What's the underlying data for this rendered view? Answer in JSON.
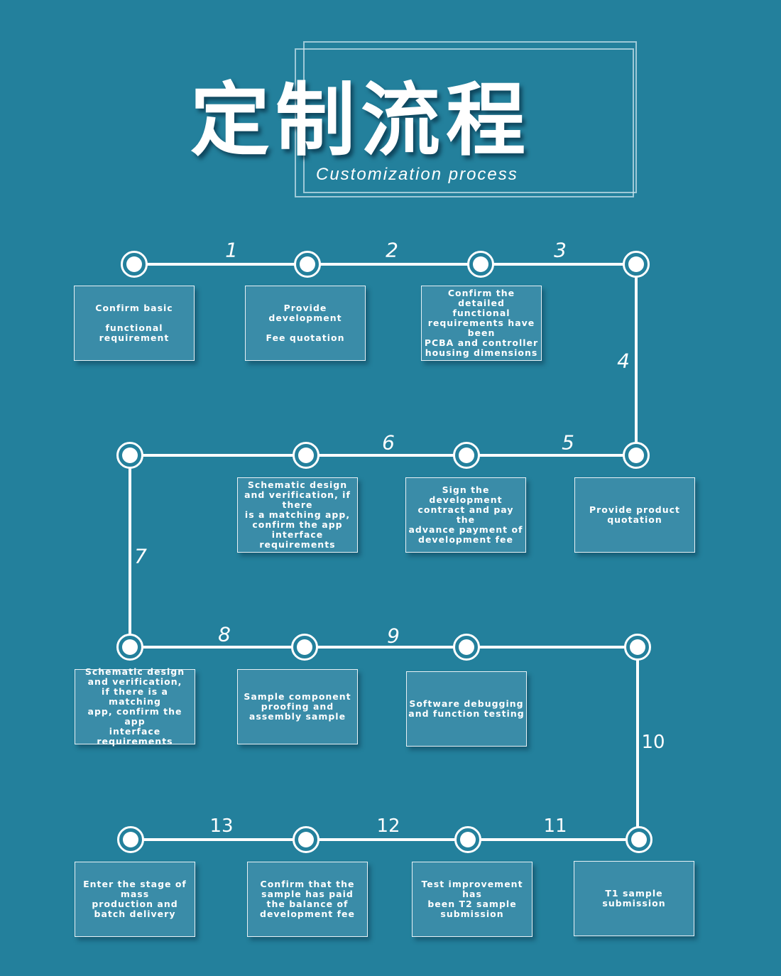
{
  "header": {
    "title": "定制流程",
    "subtitle": "Customization process"
  },
  "steps": [
    {
      "number": "1",
      "label": "Confirm basic\n\nfunctional requirement"
    },
    {
      "number": "2",
      "label": "Provide development\n\nFee quotation"
    },
    {
      "number": "3",
      "label": "Confirm the detailed\nfunctional\nrequirements have been\nPCBA and controller\nhousing dimensions"
    },
    {
      "number": "4",
      "label": ""
    },
    {
      "number": "5",
      "label": "Provide product\nquotation"
    },
    {
      "number": "6",
      "label": "Sign the development\ncontract and pay the\nadvance payment of\ndevelopment fee"
    },
    {
      "number": "7",
      "label": "Schematic design\nand verification, if there\nis a matching app,\nconfirm the app\ninterface requirements"
    },
    {
      "number": "8",
      "label": "Schematic design\nand verification,\nif there is a matching\napp, confirm the app\ninterface requirements"
    },
    {
      "number": "9",
      "label": "Sample component\nproofing and\nassembly sample"
    },
    {
      "number": "10",
      "label": "Software debugging\nand function testing"
    },
    {
      "number": "11",
      "label": "T1 sample submission"
    },
    {
      "number": "12",
      "label": "Test improvement has\nbeen T2 sample\nsubmission"
    },
    {
      "number": "13",
      "label": "Confirm that the\nsample has paid\nthe balance of\ndevelopment fee"
    },
    {
      "number": "",
      "label": "Enter the stage of mass\nproduction and\nbatch delivery"
    }
  ]
}
